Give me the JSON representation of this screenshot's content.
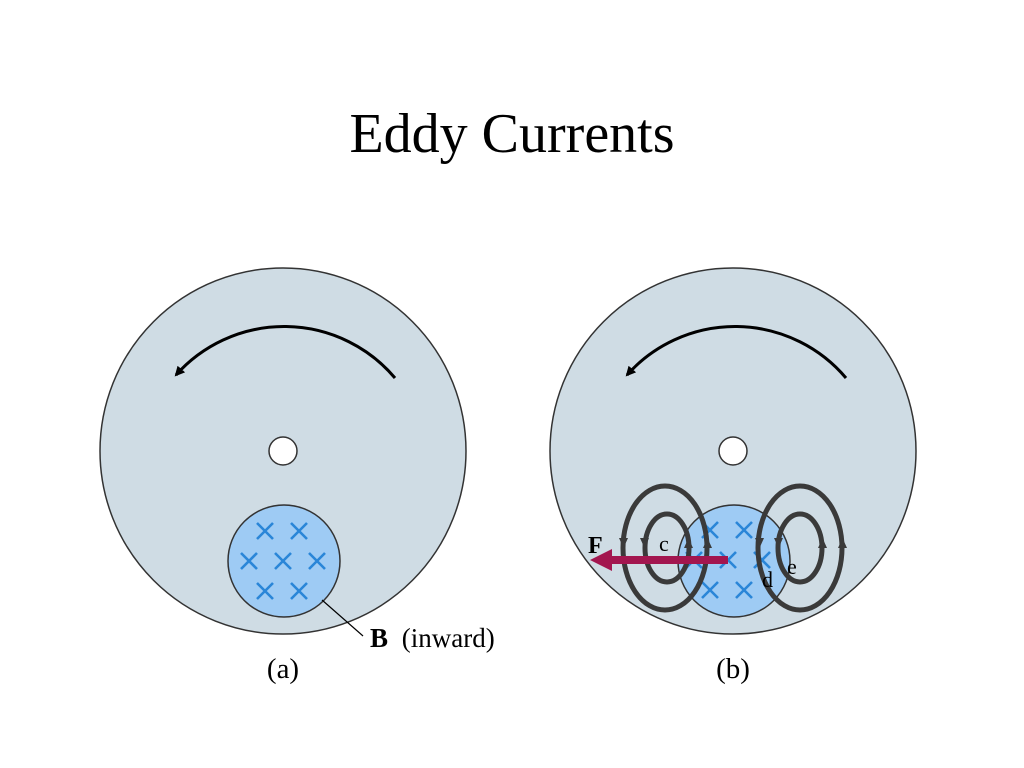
{
  "title": "Eddy Currents",
  "panel_a": {
    "caption": "(a)",
    "field_symbol": "B",
    "field_direction": "(inward)"
  },
  "panel_b": {
    "caption": "(b)",
    "force_label": "F",
    "point_c": "c",
    "point_d": "d",
    "point_e": "e"
  },
  "colors": {
    "disk": "#cfdce4",
    "field_region": "#9ecbf4",
    "field_marks": "#2a86d8",
    "eddy_loops": "#3a3a3a",
    "force_arrow": "#a3164f"
  }
}
